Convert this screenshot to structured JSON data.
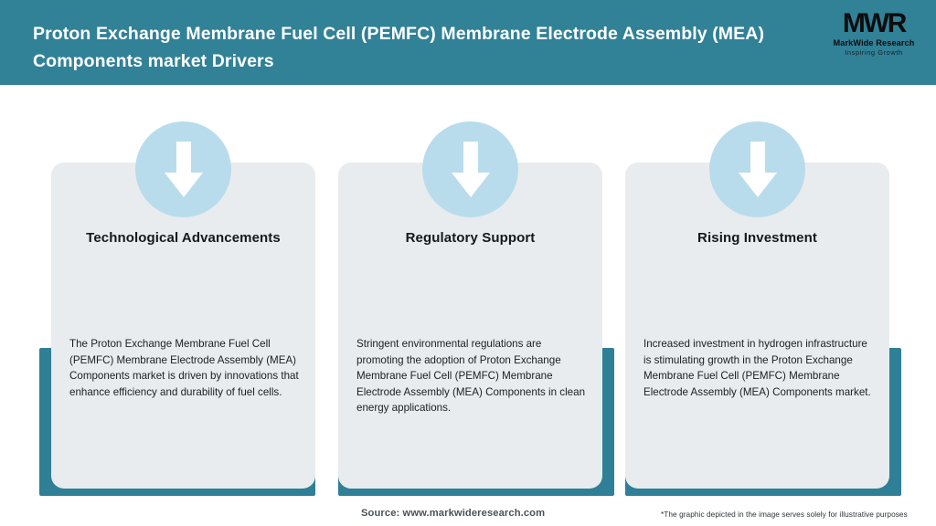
{
  "header": {
    "title": "Proton Exchange Membrane Fuel Cell (PEMFC) Membrane Electrode Assembly (MEA) Components market Drivers",
    "background_color": "#318197",
    "title_color": "#ffffff"
  },
  "logo": {
    "mark": "MWR",
    "name": "MarkWide Research",
    "tagline": "Inspiring Growth"
  },
  "cards": [
    {
      "icon": "down-arrow-icon",
      "title": "Technological Advancements",
      "body": "The Proton Exchange Membrane Fuel Cell (PEMFC) Membrane Electrode Assembly (MEA) Components market is driven by innovations that enhance efficiency and durability of fuel cells."
    },
    {
      "icon": "down-arrow-icon",
      "title": "Regulatory Support",
      "body": "Stringent environmental regulations are promoting the adoption of Proton Exchange Membrane Fuel Cell (PEMFC) Membrane Electrode Assembly (MEA) Components in clean energy applications."
    },
    {
      "icon": "down-arrow-icon",
      "title": "Rising Investment",
      "body": "Increased investment in hydrogen infrastructure is stimulating growth in the Proton Exchange Membrane Fuel Cell (PEMFC) Membrane Electrode Assembly (MEA) Components market."
    }
  ],
  "footer": {
    "source": "Source: www.markwideresearch.com",
    "disclaimer": "*The graphic depicted in the image serves solely for illustrative purposes"
  },
  "colors": {
    "teal_header": "#318197",
    "teal_frame": "#2f7f96",
    "card_gray": "#e8ecee",
    "circle_blue": "#b9dced",
    "arrow_white": "#ffffff"
  }
}
